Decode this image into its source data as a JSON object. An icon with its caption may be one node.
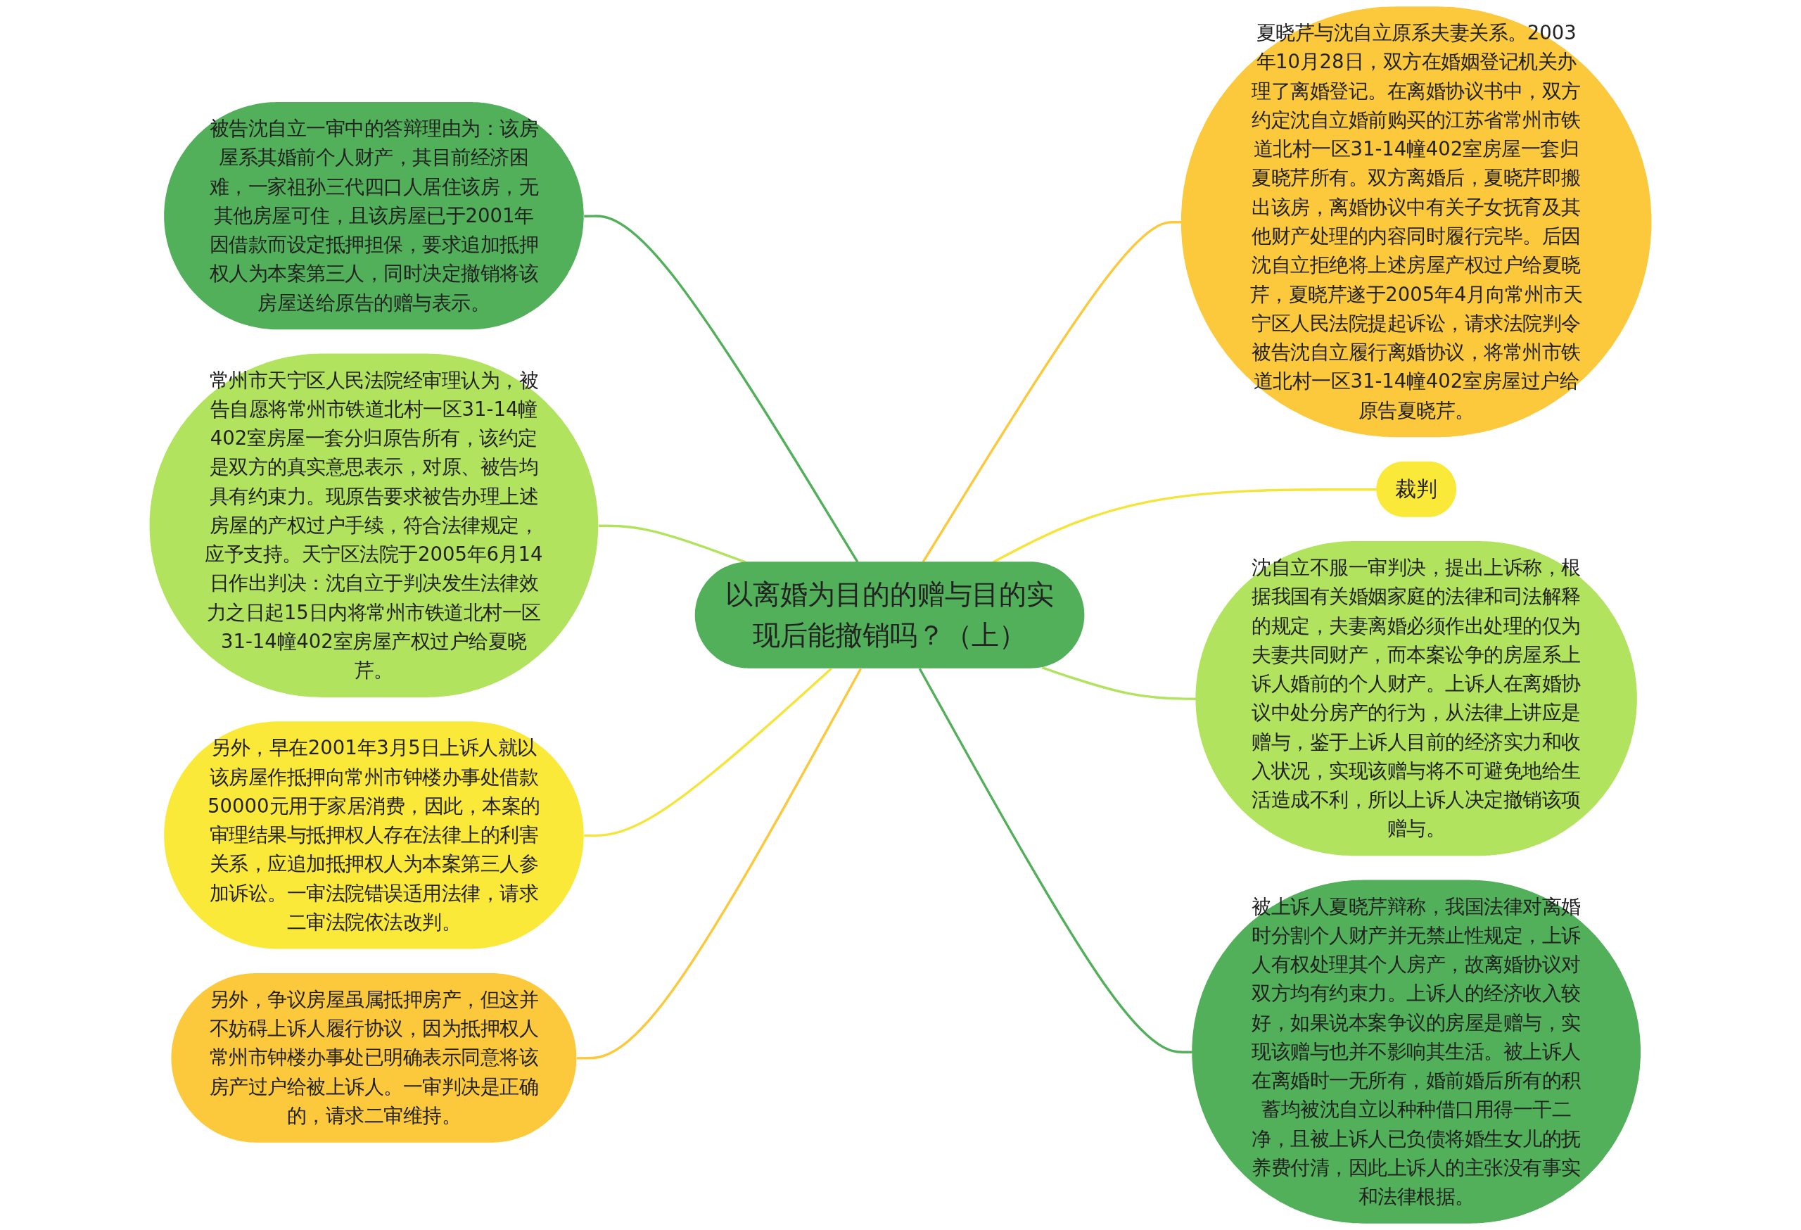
{
  "diagram": {
    "nodes": [
      {
        "text": [
          "以离婚为目的的赠与目的实现后能撤销吗？（上）"
        ]
      },
      {
        "text": [
          "被告沈自立一审中的答辩理由为：该房屋系其婚前个人财产，其目前经济困难，一家祖孙三代四口人居住该房，无其他房屋可住，且该房屋已于2001年因借款而设定抵押担保，要求追加抵押权人为本案第三人，同时决定撤销将该房屋送给原告的赠与表示。"
        ]
      },
      {
        "text": [
          "常州市天宁区人民法院经审理认为，被告自愿将常州市铁道北村一区31-14幢402室房屋一套分归原告所有，该约定是双方的真实意思表示，对原、被告均具有约束力。现原告要求被告办理上述房屋的产权过户手续，符合法律规定，应予支持。天宁区法院于2005年6月14日作出判决：沈自立于判决发生法律效力之日起15日内将常州市铁道北村一区31-14幢402室房屋产权过户给夏晓芹。"
        ]
      },
      {
        "text": [
          "另外，早在2001年3月5日上诉人就以该房屋作抵押向常州市钟楼办事处借款50000元用于家居消费，因此，本案的审理结果与抵押权人存在法律上的利害关系，应追加抵押权人为本案第三人参加诉讼。一审法院错误适用法律，请求二审法院依法改判。"
        ]
      },
      {
        "text": [
          "另外，争议房屋虽属抵押房产，但这并不妨碍上诉人履行协议，因为抵押权人常州市钟楼办事处已明确表示同意将该房产过户给被上诉人。一审判决是正确的，请求二审维持。"
        ]
      },
      {
        "text": [
          "夏晓芹与沈自立原系夫妻关系。2003年10月28日，双方在婚姻登记机关办理了离婚登记。在离婚协议书中，双方约定沈自立婚前购买的江苏省常州市铁道北村一区31-14幢402室房屋一套归夏晓芹所有。双方离婚后，夏晓芹即搬出该房，离婚协议中有关子女抚育及其他财产处理的内容同时履行完毕。后因沈自立拒绝将上述房屋产权过户给夏晓芹，夏晓芹遂于2005年4月向常州市天宁区人民法院提起诉讼，请求法院判令被告沈自立履行离婚协议，将常州市铁道北村一区31-14幢402室房屋过户给原告夏晓芹。"
        ]
      },
      {
        "text": [
          "裁判"
        ]
      },
      {
        "text": [
          "沈自立不服一审判决，提出上诉称，根据我国有关婚姻家庭的法律和司法解释的规定，夫妻离婚必须作出处理的仅为夫妻共同财产，而本案讼争的房屋系上诉人婚前的个人财产。上诉人在离婚协议中处分房产的行为，从法律上讲应是赠与，鉴于上诉人目前的经济实力和收入状况，实现该赠与将不可避免地给生活造成不利，所以上诉人决定撤销该项赠与。"
        ]
      },
      {
        "text": [
          "被上诉人夏晓芹辩称，我国法律对离婚时分割个人财产并无禁止性规定，上诉人有权处理其个人房产，故离婚协议对双方均有约束力。上诉人的经济收入较好，如果说本案争议的房屋是赠与，实现该赠与也并不影响其生活。被上诉人在离婚时一无所有，婚前婚后所有的积蓄均被沈自立以种种借口用得一干二净，且被上诉人已负债将婚生女儿的抚养费付清，因此上诉人的主张没有事实和法律根据。"
        ]
      }
    ],
    "edges": [
      {
        "from": 0,
        "to": 1,
        "arrow": "none",
        "color": "#52b05a"
      },
      {
        "from": 0,
        "to": 2,
        "arrow": "none",
        "color": "#b2e35e"
      },
      {
        "from": 0,
        "to": 3,
        "arrow": "none",
        "color": "#f5e43a"
      },
      {
        "from": 0,
        "to": 4,
        "arrow": "none",
        "color": "#fcc93c"
      },
      {
        "from": 0,
        "to": 5,
        "arrow": "none",
        "color": "#fcc93c"
      },
      {
        "from": 0,
        "to": 6,
        "arrow": "none",
        "color": "#f5e43a"
      },
      {
        "from": 0,
        "to": 7,
        "arrow": "none",
        "color": "#b2e35e"
      },
      {
        "from": 0,
        "to": 8,
        "arrow": "none",
        "color": "#52b05a"
      }
    ]
  }
}
